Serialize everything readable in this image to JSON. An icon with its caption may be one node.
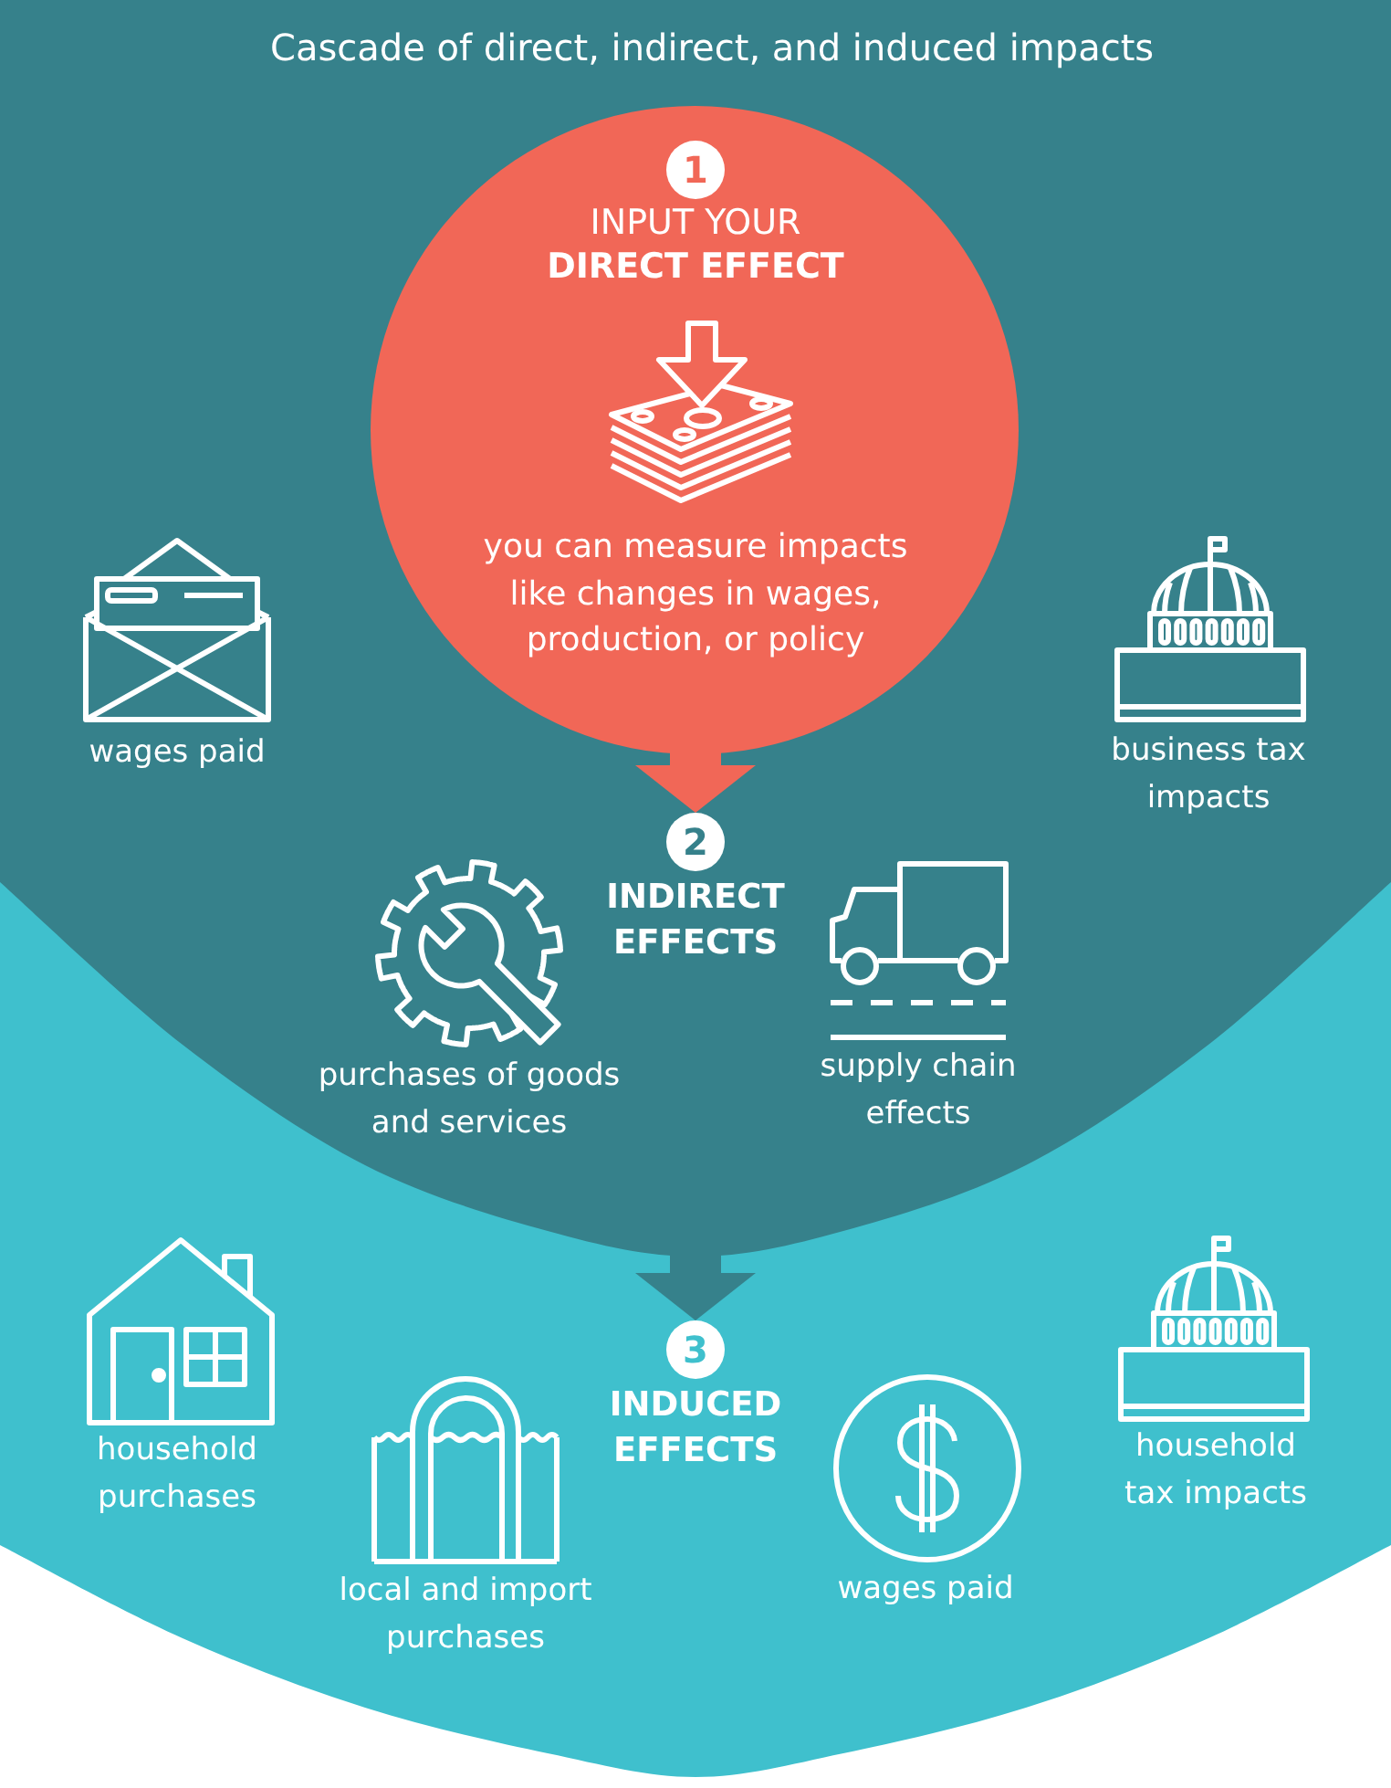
{
  "diagram": {
    "title": "Cascade of direct, indirect, and induced impacts",
    "nodes": [
      {
        "text": [
          "household purchases",
          "local and import purchases",
          "wages paid",
          "household tax impacts"
        ]
      },
      {
        "text": [
          "wages paid",
          "business tax impacts",
          "purchases of goods and services",
          "supply chain effects"
        ],
        "in": 0
      },
      {
        "text": [
          "1",
          "INPUT YOUR **DIRECT EFFECT**",
          "you can measure impacts like changes in wages, production, or policy"
        ],
        "in": 1
      },
      {
        "text": [
          "2",
          "INDIRECT EFFECTS"
        ],
        "in": 1
      },
      {
        "text": [
          "3",
          "INDUCED EFFECTS"
        ],
        "in": 0
      }
    ],
    "edges": [
      {
        "from": 2,
        "to": 3,
        "arrow": "to",
        "color": "#f16757"
      },
      {
        "from": 1,
        "to": 4,
        "arrow": "to",
        "color": "#36818b"
      }
    ]
  }
}
